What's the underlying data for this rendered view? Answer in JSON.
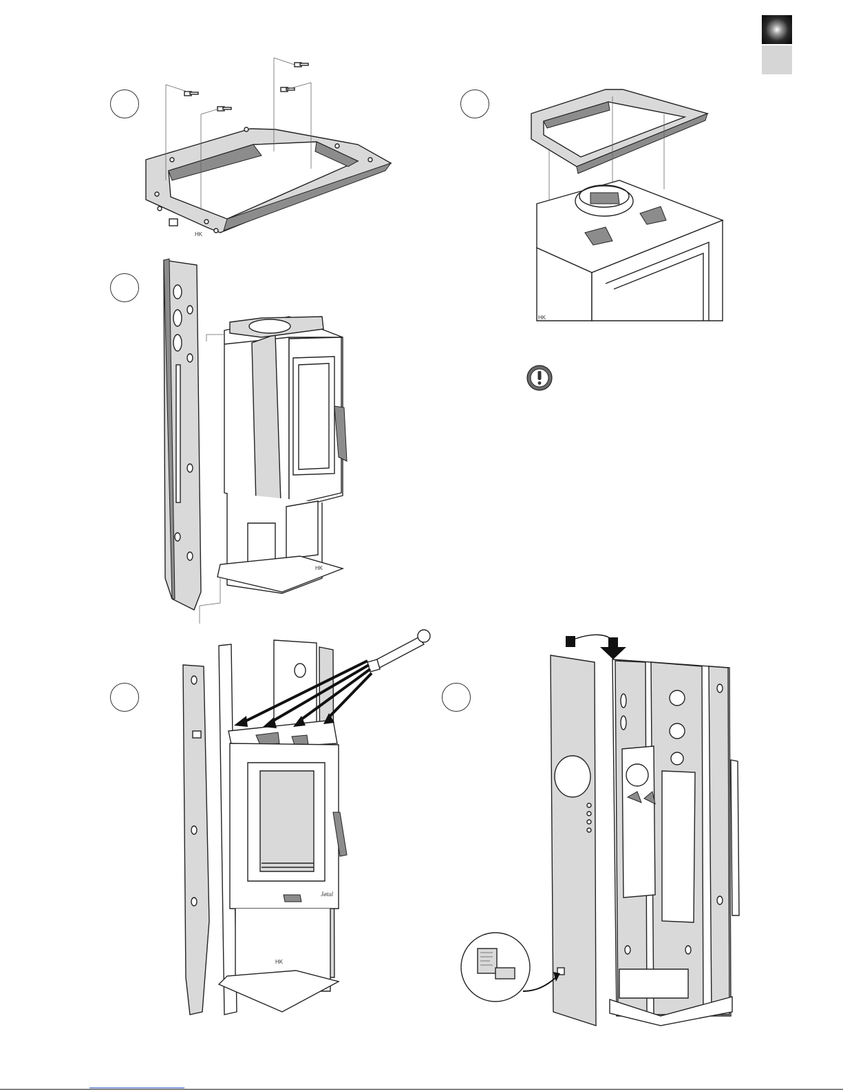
{
  "page": {
    "background": "#ffffff",
    "stroke_color": "#222222",
    "part_fill": "#d9d9d9",
    "shadow_fill": "#8c8c8c"
  },
  "tabs": [
    {
      "name": "language-tab-active",
      "style": "dark-gradient"
    },
    {
      "name": "language-tab-inactive",
      "color": "#d6d6d6"
    }
  ],
  "steps": [
    {
      "id": "step-1",
      "label": "",
      "illustration": "collar frame with four bolts"
    },
    {
      "id": "step-2",
      "label": "",
      "illustration": "collar frame lowered onto stove top"
    },
    {
      "id": "step-3",
      "label": "",
      "illustration": "side panel mounted to stove body"
    },
    {
      "id": "step-4",
      "label": "",
      "illustration": "tightening bolts with wrench"
    },
    {
      "id": "step-5",
      "label": "",
      "illustration": "front cover panel lowered into place"
    }
  ],
  "warning": {
    "icon": "exclamation-icon",
    "text": ""
  },
  "plate_labels": {
    "hk_mark_1": "HK",
    "hk_mark_2": "HK",
    "hk_mark_3": "HK",
    "hk_mark_4": "HK",
    "logo": "Jøtul"
  }
}
